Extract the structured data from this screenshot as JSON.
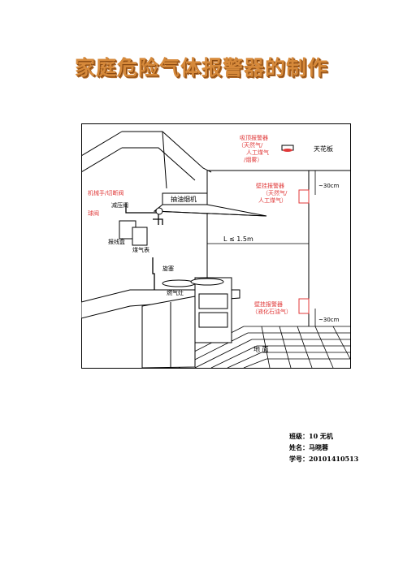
{
  "document": {
    "title": "家庭危险气体报警器的制作"
  },
  "figure": {
    "labels": {
      "ceiling_alarm_line1": "吸顶报警器",
      "ceiling_alarm_line2": "（天然气/",
      "ceiling_alarm_line3": "人工煤气",
      "ceiling_alarm_line4": "/烟雾）",
      "ceiling": "天花板",
      "wall_alarm_upper_line1": "壁挂报警器",
      "wall_alarm_upper_line2": "（天然气/",
      "wall_alarm_upper_line3": "人工煤气）",
      "distance_top": "~30cm",
      "manipulator": "机械手/切断阀",
      "pressure_reducer": "减压阀",
      "valve": "球阀",
      "range_hood": "抽油烟机",
      "alarm_box": "报线盒",
      "gas_meter": "煤气表",
      "distance_horizontal": "L ≤ 1.5m",
      "cock": "旋塞",
      "gas_stove": "燃气灶",
      "wall_alarm_lower_line1": "壁挂报警器",
      "wall_alarm_lower_line2": "（液化石油气）",
      "distance_bottom": "~30cm",
      "floor": "地 面"
    }
  },
  "info": {
    "class_line": "班级：10 无机",
    "name_line": "姓名：马晓蓉",
    "id_line": "学号：20101410513"
  }
}
